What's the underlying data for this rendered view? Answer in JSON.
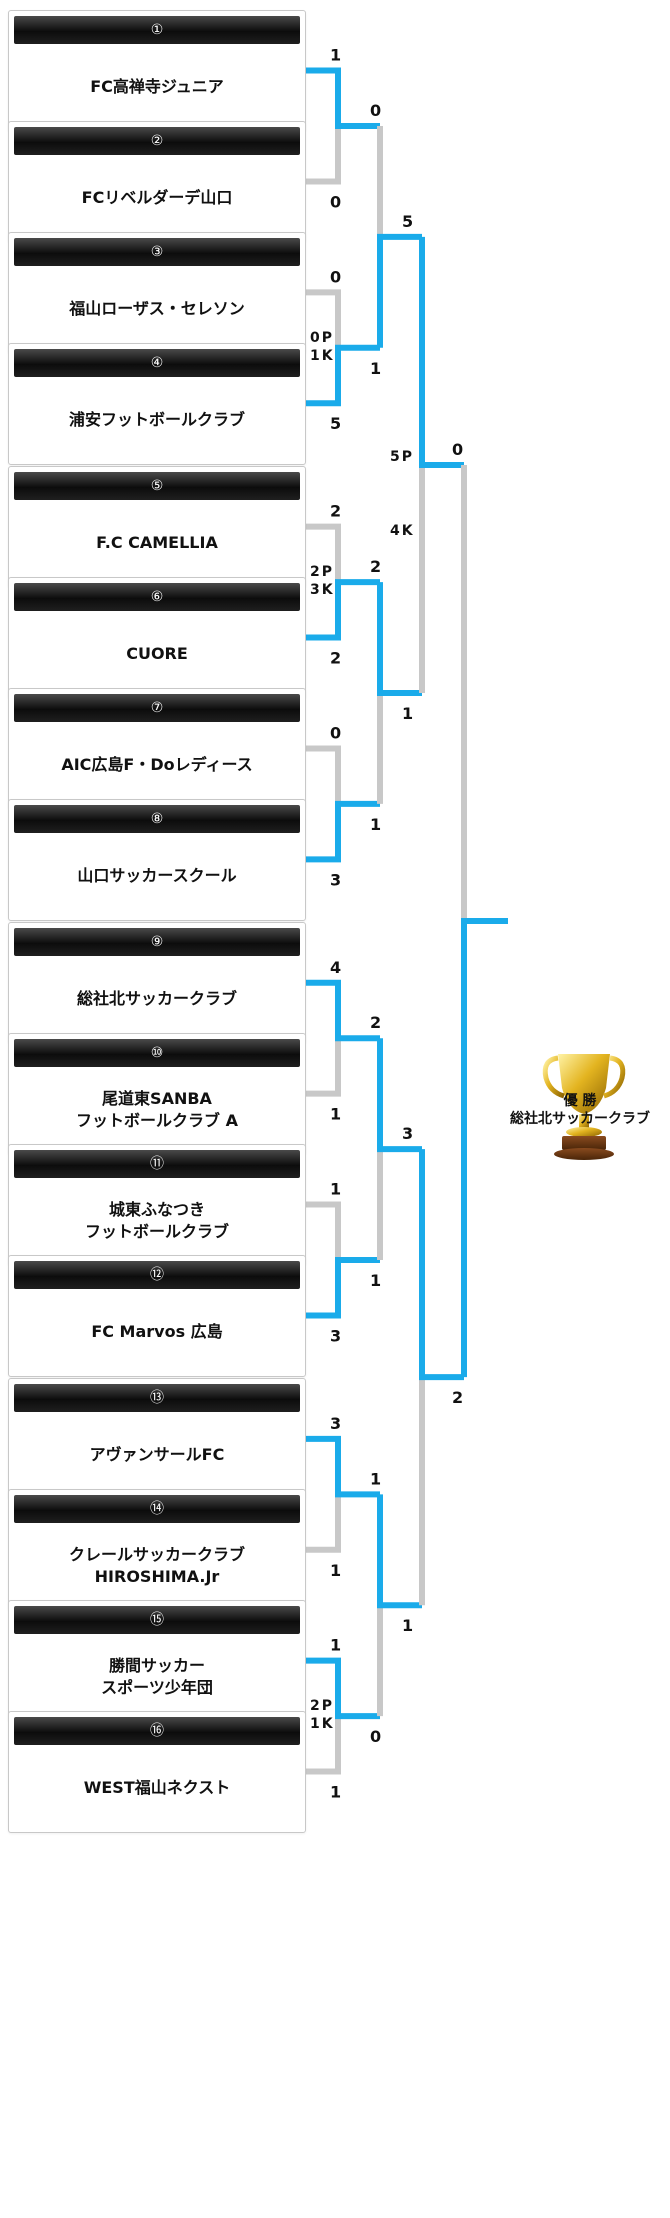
{
  "teams": [
    {
      "seed": "①",
      "name": "FC高禅寺ジュニア"
    },
    {
      "seed": "②",
      "name": "FCリベルダーデ山口"
    },
    {
      "seed": "③",
      "name": "福山ローザス・セレソン"
    },
    {
      "seed": "④",
      "name": "浦安フットボールクラブ"
    },
    {
      "seed": "⑤",
      "name": "F.C CAMELLIA"
    },
    {
      "seed": "⑥",
      "name": "CUORE"
    },
    {
      "seed": "⑦",
      "name": "AIC広島F・Doレディース"
    },
    {
      "seed": "⑧",
      "name": "山口サッカースクール"
    },
    {
      "seed": "⑨",
      "name": "総社北サッカークラブ"
    },
    {
      "seed": "⑩",
      "name": "尾道東SANBA\nフットボールクラブ A"
    },
    {
      "seed": "⑪",
      "name": "城東ふなつき\nフットボールクラブ"
    },
    {
      "seed": "⑫",
      "name": "FC Marvos 広島"
    },
    {
      "seed": "⑬",
      "name": "アヴァンサールFC"
    },
    {
      "seed": "⑭",
      "name": "クレールサッカークラブ\nHIROSHIMA.Jr"
    },
    {
      "seed": "⑮",
      "name": "勝間サッカー\nスポーツ少年団"
    },
    {
      "seed": "⑯",
      "name": "WEST福山ネクスト"
    }
  ],
  "round1": [
    {
      "top": "1",
      "bottom": "0",
      "winner": "top"
    },
    {
      "top": "0",
      "bottom": "5",
      "winner": "bottom",
      "pk_top": "0",
      "pk_bottom": "1"
    },
    {
      "top": "2",
      "bottom": "2",
      "winner": "bottom",
      "pk_top": "2",
      "pk_bottom": "3"
    },
    {
      "top": "0",
      "bottom": "3",
      "winner": "bottom"
    },
    {
      "top": "4",
      "bottom": "1",
      "winner": "top"
    },
    {
      "top": "1",
      "bottom": "3",
      "winner": "bottom"
    },
    {
      "top": "3",
      "bottom": "1",
      "winner": "top"
    },
    {
      "top": "1",
      "bottom": "1",
      "winner": "top",
      "pk_top": "2",
      "pk_bottom": "1"
    }
  ],
  "round2": [
    {
      "top": "0",
      "bottom": "1",
      "winner": "bottom"
    },
    {
      "top": "2",
      "bottom": "1",
      "winner": "top"
    },
    {
      "top": "2",
      "bottom": "1",
      "winner": "top"
    },
    {
      "top": "1",
      "bottom": "0",
      "winner": "top"
    }
  ],
  "semifinal": [
    {
      "top": "5",
      "bottom": "1",
      "winner": "top",
      "pk_top": "5",
      "pk_bottom": "4"
    },
    {
      "top": "3",
      "bottom": "1",
      "winner": "top"
    }
  ],
  "final": {
    "top": "0",
    "bottom": "2",
    "winner": "bottom"
  },
  "pk_letters": {
    "p": "P",
    "k": "K"
  },
  "champion": {
    "label": "優 勝",
    "team": "総社北サッカークラブ"
  },
  "colors": {
    "win": "#1aabea",
    "lose": "#c8c8c8"
  }
}
